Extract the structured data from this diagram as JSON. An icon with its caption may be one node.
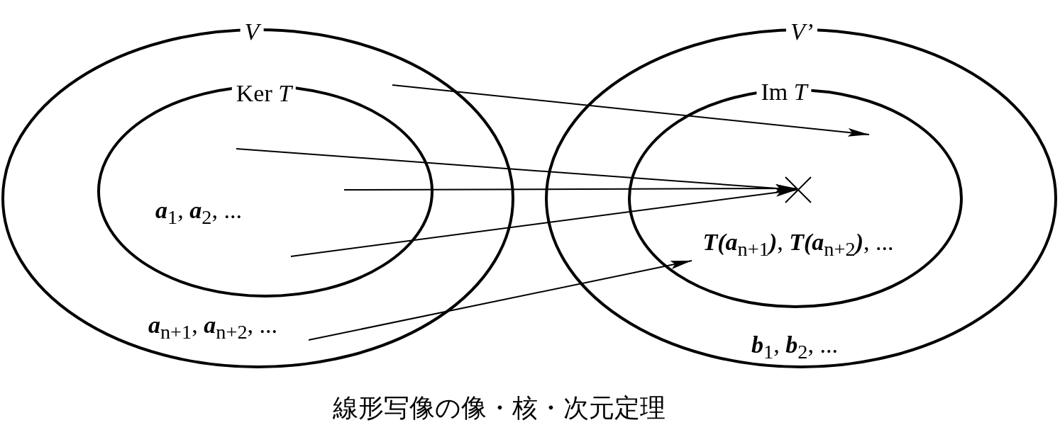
{
  "diagram": {
    "caption": "線形写像の像・核・次元定理",
    "nodes": [
      {
        "text": [
          "V"
        ]
      },
      {
        "text": [
          "Ker *T*",
          "**a**$_{1}$, **a**$_{2}$, ..."
        ],
        "in": 0
      },
      {
        "text": [
          "**a**$_{n+1}$, **a**$_{n+2}$, ..."
        ],
        "in": 0
      },
      {
        "text": [
          "V’"
        ]
      },
      {
        "text": [
          "Im *T*",
          "**T(a**$_{n+1}$**)**, **T(a**$_{n+2}$**)**, ..."
        ],
        "in": 3
      },
      {
        "text": [],
        "shape": "cross",
        "in": 4
      }
    ],
    "edges": [
      {
        "from": 0,
        "to": 4,
        "arrow": "to"
      },
      {
        "from": 1,
        "to": 5,
        "arrow": "to"
      },
      {
        "from": 1,
        "to": 5,
        "arrow": "to"
      },
      {
        "from": 1,
        "to": 5,
        "arrow": "to"
      },
      {
        "from": 2,
        "to": 4,
        "arrow": "to"
      }
    ],
    "labels": [
      "**b**$_{1}$, **b**$_{2}$, ..."
    ]
  }
}
